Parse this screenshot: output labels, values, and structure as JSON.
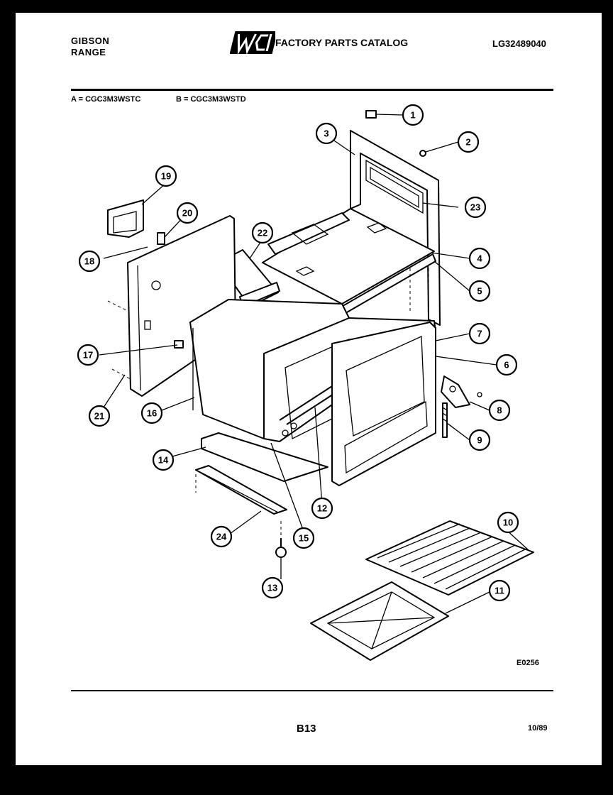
{
  "header": {
    "brand_line1": "GIBSON",
    "brand_line2": "RANGE",
    "logo_text": "WCI",
    "catalog_title": "FACTORY PARTS CATALOG",
    "catalog_number": "LG32489040"
  },
  "models": {
    "a": "A = CGC3M3WSTC",
    "b": "B = CGC3M3WSTD"
  },
  "diagram": {
    "code": "E0256",
    "callouts": [
      "1",
      "2",
      "3",
      "4",
      "5",
      "6",
      "7",
      "8",
      "9",
      "10",
      "11",
      "12",
      "13",
      "14",
      "15",
      "16",
      "17",
      "18",
      "19",
      "20",
      "21",
      "22",
      "23",
      "24"
    ]
  },
  "footer": {
    "page_number": "B13",
    "date": "10/89"
  }
}
